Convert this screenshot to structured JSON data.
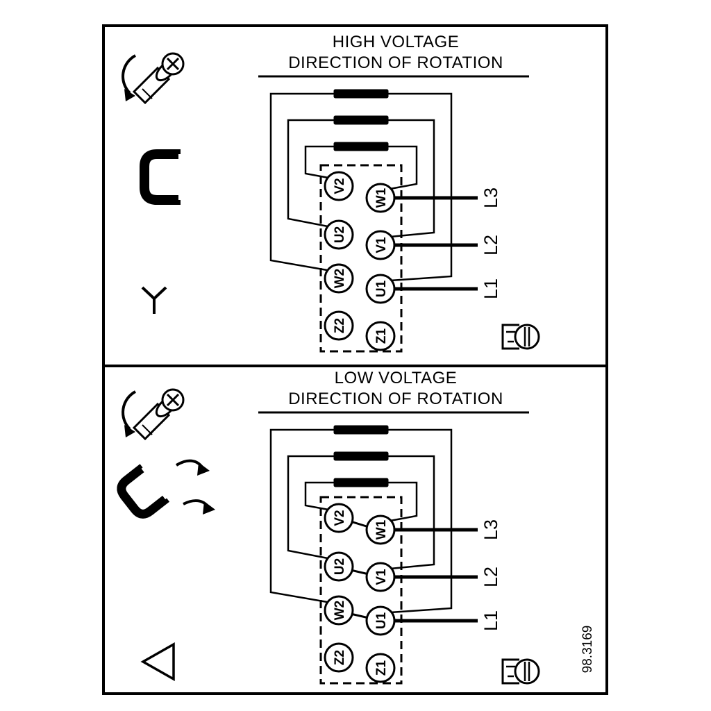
{
  "page": {
    "background": "#ffffff",
    "ink": "#000000"
  },
  "ref_number": "98.3169",
  "high_panel": {
    "title": "HIGH VOLTAGE",
    "subtitle": "DIRECTION OF ROTATION",
    "connection_symbol": "star",
    "terminals_left": [
      "V2",
      "U2",
      "W2",
      "Z2"
    ],
    "terminals_right": [
      "W1",
      "V1",
      "U1",
      "Z1"
    ],
    "leads": [
      "L3",
      "L2",
      "L1"
    ]
  },
  "low_panel": {
    "title": "LOW VOLTAGE",
    "subtitle": "DIRECTION OF ROTATION",
    "connection_symbol": "delta",
    "terminals_left": [
      "V2",
      "U2",
      "W2",
      "Z2"
    ],
    "terminals_right": [
      "W1",
      "V1",
      "U1",
      "Z1"
    ],
    "leads": [
      "L3",
      "L2",
      "L1"
    ]
  }
}
